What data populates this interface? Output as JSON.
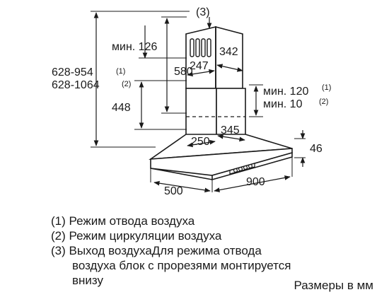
{
  "diagram": {
    "labels": {
      "outlet_marker": "(3)",
      "min_top": "мин. 126",
      "chimney_depth": "342",
      "height_range_1": "628-954",
      "height_range_2": "628-1064",
      "ref_1": "(1)",
      "ref_2": "(2)",
      "upper_chimney_width": "247",
      "upper_chimney_height": "580",
      "lower_chimney_height": "448",
      "min_above_1": "мин. 120",
      "min_above_2": "мин. 10",
      "lower_chimney_depth": "345",
      "lower_chimney_width": "250",
      "hood_thickness": "46",
      "hood_depth": "500",
      "hood_width": "900"
    }
  },
  "legend": {
    "line1": "(1) Режим отвода воздуха",
    "line2": "(2) Режим циркуляции воздуха",
    "line3a": "(3) Выход воздухаДля режима отвода",
    "line3b": "воздуха блок с прорезями монтируется",
    "line3c": "внизу",
    "units": "Размеры в мм"
  }
}
